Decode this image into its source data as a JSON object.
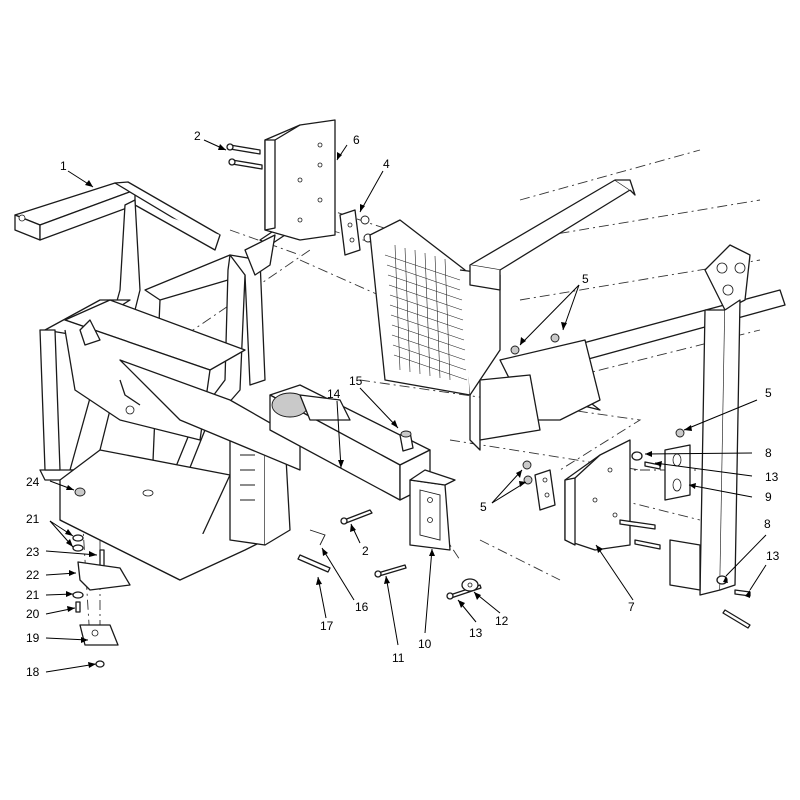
{
  "diagram": {
    "callouts": [
      {
        "id": "c1",
        "label": "1"
      },
      {
        "id": "c2a",
        "label": "2"
      },
      {
        "id": "c6",
        "label": "6"
      },
      {
        "id": "c4",
        "label": "4"
      },
      {
        "id": "c5a",
        "label": "5"
      },
      {
        "id": "c15",
        "label": "15"
      },
      {
        "id": "c14",
        "label": "14"
      },
      {
        "id": "c5b",
        "label": "5"
      },
      {
        "id": "c8a",
        "label": "8"
      },
      {
        "id": "c13a",
        "label": "13"
      },
      {
        "id": "c9",
        "label": "9"
      },
      {
        "id": "c5c",
        "label": "5"
      },
      {
        "id": "c24",
        "label": "24"
      },
      {
        "id": "c21a",
        "label": "21"
      },
      {
        "id": "c23",
        "label": "23"
      },
      {
        "id": "c22",
        "label": "22"
      },
      {
        "id": "c21b",
        "label": "21"
      },
      {
        "id": "c20",
        "label": "20"
      },
      {
        "id": "c19",
        "label": "19"
      },
      {
        "id": "c18",
        "label": "18"
      },
      {
        "id": "c2b",
        "label": "2"
      },
      {
        "id": "c16",
        "label": "16"
      },
      {
        "id": "c17",
        "label": "17"
      },
      {
        "id": "c11",
        "label": "11"
      },
      {
        "id": "c10",
        "label": "10"
      },
      {
        "id": "c13b",
        "label": "13"
      },
      {
        "id": "c12",
        "label": "12"
      },
      {
        "id": "c7",
        "label": "7"
      },
      {
        "id": "c8b",
        "label": "8"
      },
      {
        "id": "c13c",
        "label": "13"
      }
    ]
  }
}
